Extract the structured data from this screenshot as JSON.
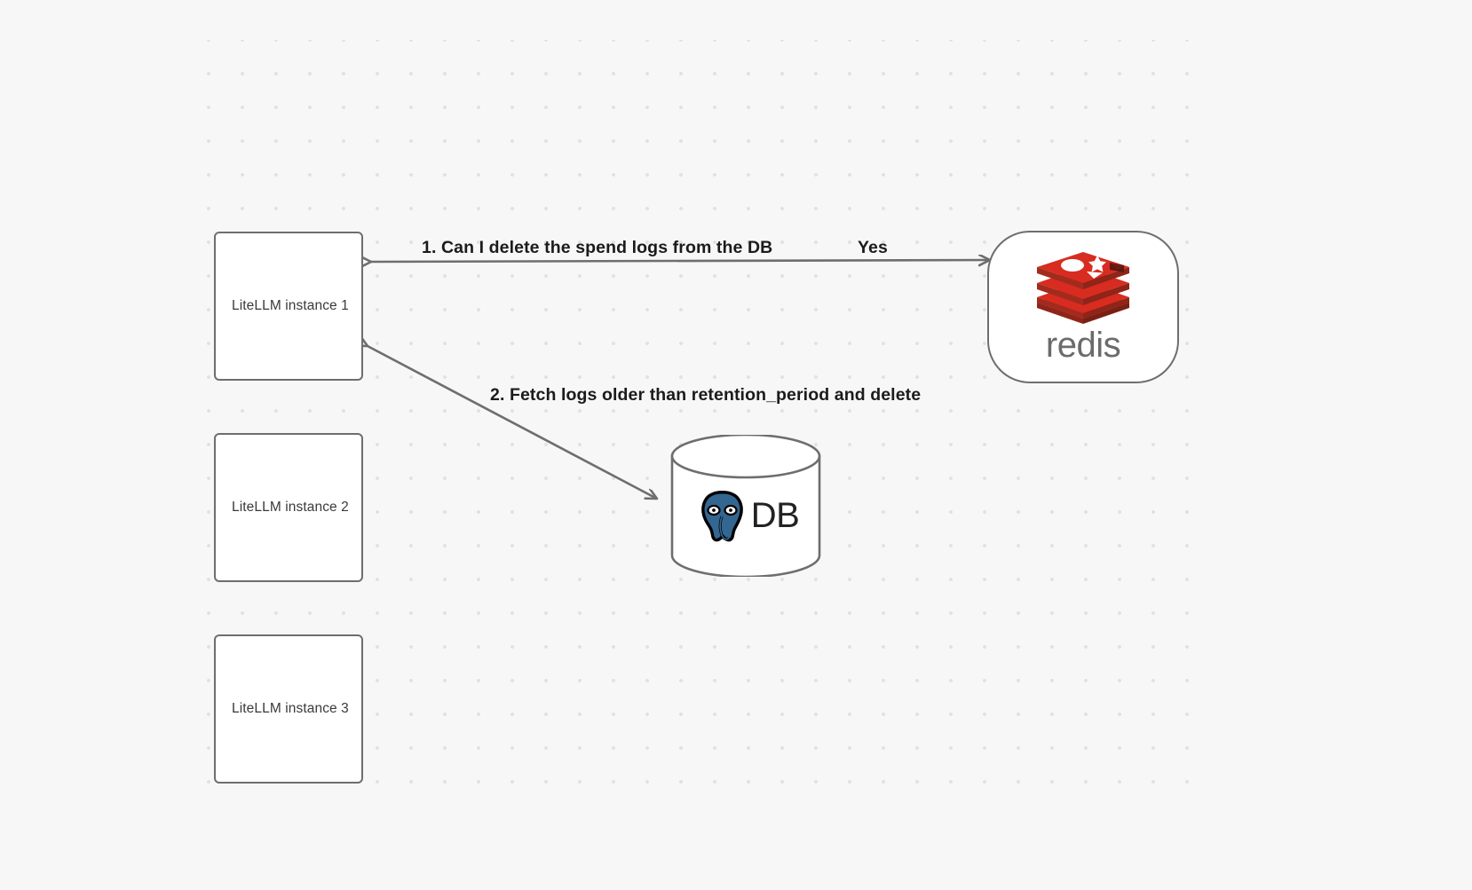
{
  "canvas": {
    "background_color": "#f7f7f7",
    "grid_dot_color": "#e2e2e2"
  },
  "nodes": {
    "instances": [
      {
        "id": "litellm-instance-1",
        "label": "LiteLLM instance 1"
      },
      {
        "id": "litellm-instance-2",
        "label": "LiteLLM instance 2"
      },
      {
        "id": "litellm-instance-3",
        "label": "LiteLLM instance 3"
      }
    ],
    "redis": {
      "id": "redis-node",
      "logo_name": "redis-logo",
      "wordmark": "redis",
      "logo_color": "#d82c20",
      "wordmark_color": "#6b6b6b"
    },
    "database": {
      "id": "postgres-db-node",
      "label": "DB",
      "logo_name": "postgresql-elephant-icon",
      "logo_color": "#336791",
      "label_color": "#222222"
    }
  },
  "edges": [
    {
      "id": "edge-1",
      "label": "1. Can I delete the spend logs from the DB",
      "from": "litellm-instance-1",
      "to": "redis-node"
    },
    {
      "id": "edge-1-reply",
      "label": "Yes",
      "from": "redis-node",
      "to": "litellm-instance-1"
    },
    {
      "id": "edge-2",
      "label": "2. Fetch logs older than retention_period and delete",
      "from": "litellm-instance-1",
      "to": "postgres-db-node"
    }
  ]
}
